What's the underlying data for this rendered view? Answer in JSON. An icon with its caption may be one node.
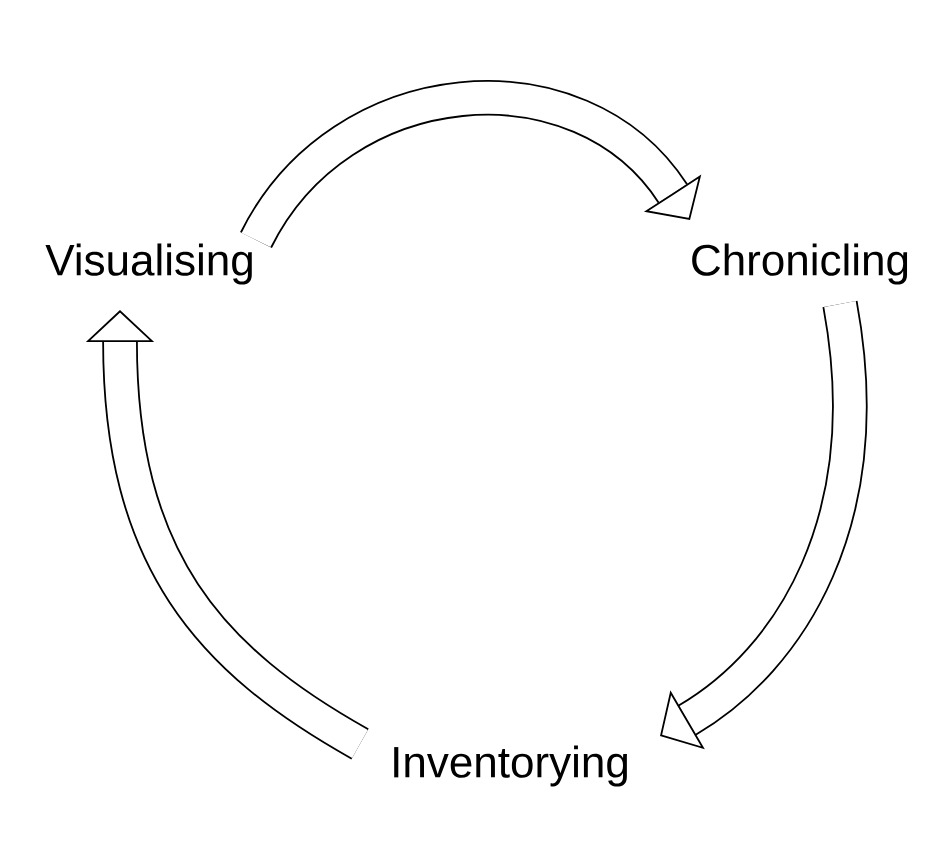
{
  "diagram": {
    "nodes": [
      {
        "text": [
          "Visualising"
        ]
      },
      {
        "text": [
          "Chronicling"
        ]
      },
      {
        "text": [
          "Inventorying"
        ]
      }
    ],
    "edges": [
      {
        "from": 0,
        "to": 1,
        "arrow": "to"
      },
      {
        "from": 1,
        "to": 2,
        "arrow": "to"
      },
      {
        "from": 2,
        "to": 0,
        "arrow": "to"
      }
    ]
  }
}
